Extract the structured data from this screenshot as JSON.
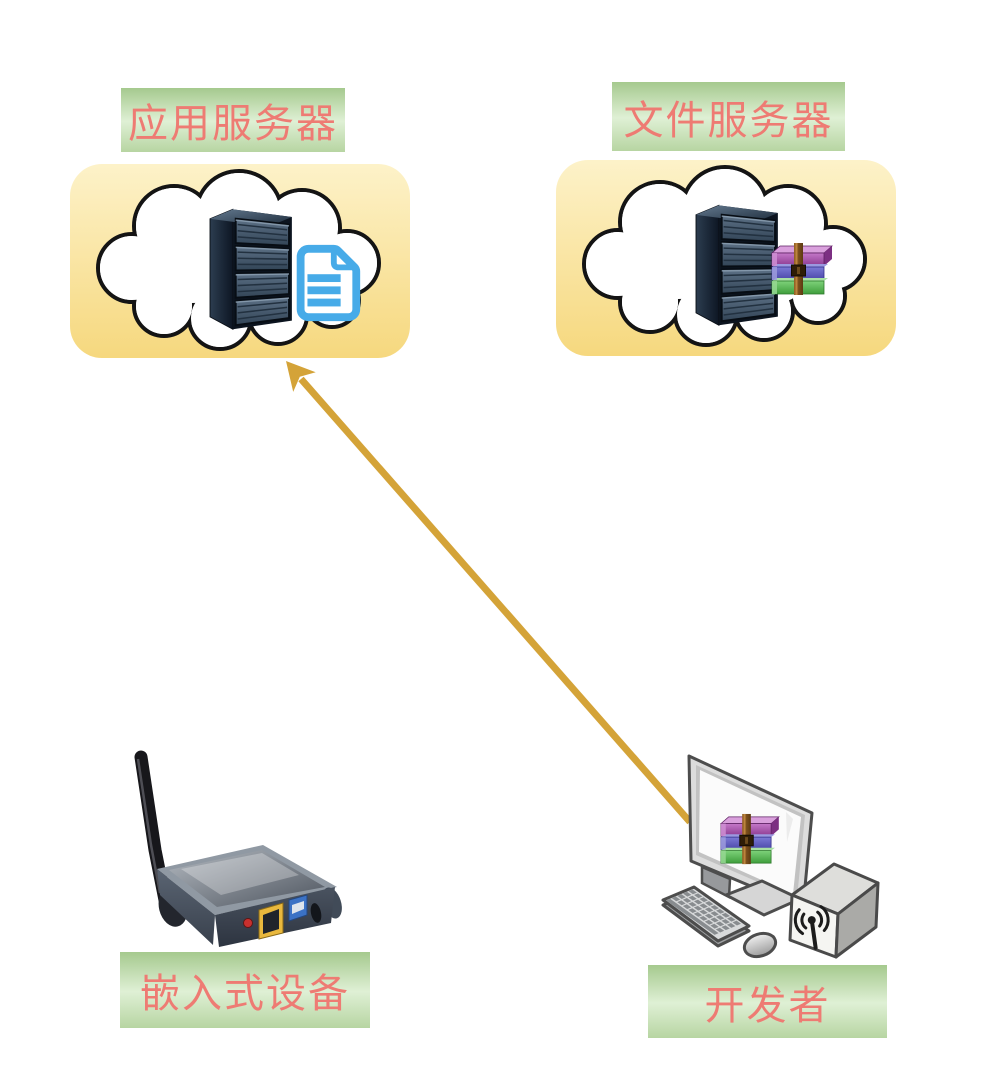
{
  "diagram": {
    "type": "architecture-diagram",
    "background": "#ffffff",
    "nodes": {
      "app_server": {
        "label": "应用服务器",
        "icons": [
          "cloud",
          "server-rack",
          "document-file"
        ]
      },
      "file_server": {
        "label": "文件服务器",
        "icons": [
          "cloud",
          "server-rack",
          "winrar-archive"
        ]
      },
      "embedded_device": {
        "label": "嵌入式设备",
        "icons": [
          "wireless-router-antenna"
        ]
      },
      "developer": {
        "label": "开发者",
        "icons": [
          "desktop-computer",
          "winrar-archive",
          "wireless-adapter-box"
        ]
      }
    },
    "edges": [
      {
        "from": "developer",
        "to": "app_server",
        "style": "solid",
        "head": "arrow"
      }
    ],
    "colors": {
      "label_text": "#ee7b73",
      "label_bg_top": "#a5c98e",
      "label_bg_mid": "#e0efd6",
      "label_bg_bottom": "#b7d5a2",
      "panel_bg_top": "#fdf2c9",
      "panel_bg_bottom": "#f6d87e",
      "arrow": "#d4a338",
      "document_icon_blue": "#47abe8"
    }
  }
}
